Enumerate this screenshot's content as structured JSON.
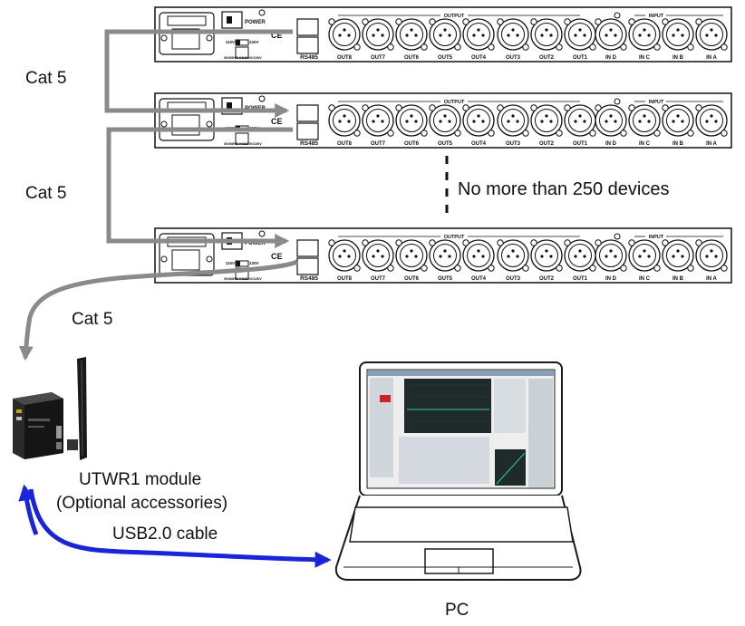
{
  "labels": {
    "cat5_1": "Cat 5",
    "cat5_2": "Cat 5",
    "cat5_3": "Cat 5",
    "max_devices": "No more than 250 devices",
    "module_name": "UTWR1 module",
    "module_note": "(Optional accessories)",
    "usb_cable": "USB2.0 cable",
    "pc": "PC"
  },
  "unit_panel": {
    "output_header": "OUTPUT",
    "input_header": "INPUT",
    "power": "POWER",
    "rs485": "RS485",
    "voltage_110": "110V",
    "voltage_220": "220V",
    "ac_rating": "50/60HZ  AC110V/220V",
    "ce": "CE",
    "outputs": [
      "OUT8",
      "OUT7",
      "OUT6",
      "OUT5",
      "OUT4",
      "OUT3",
      "OUT2",
      "OUT1"
    ],
    "inputs": [
      "IN D",
      "IN C",
      "IN B",
      "IN A"
    ]
  },
  "colors": {
    "cable_gray": "#8a8a8a",
    "usb_blue": "#1a24d8",
    "panel_line": "#1a1a1a"
  }
}
